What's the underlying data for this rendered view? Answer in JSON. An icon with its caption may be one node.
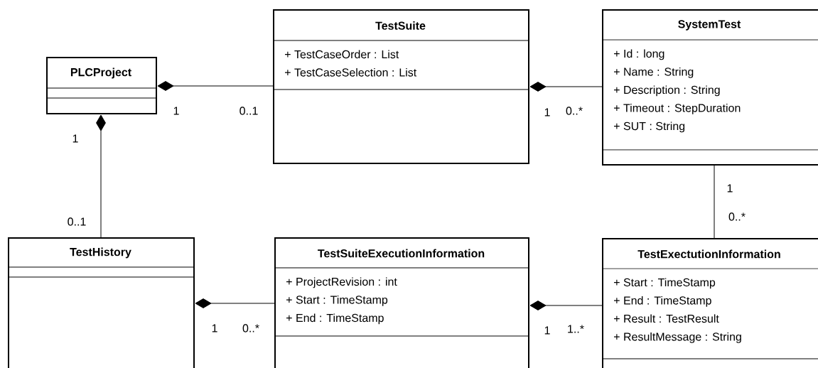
{
  "diagram": {
    "nodes": [
      {
        "text": [
          "PLCProject"
        ]
      },
      {
        "text": [
          "TestSuite",
          "+ TestCaseOrder : List",
          "+ TestCaseSelection : List"
        ]
      },
      {
        "text": [
          "SystemTest",
          "+ Id : long",
          "+ Name : String",
          "+ Description : String",
          "+ Timeout : StepDuration",
          "+ SUT : String"
        ]
      },
      {
        "text": [
          "TestHistory"
        ]
      },
      {
        "text": [
          "TestSuiteExecutionInformation",
          "+ ProjectRevision : int",
          "+ Start : TimeStamp",
          "+ End : TimeStamp"
        ]
      },
      {
        "text": [
          "TestExectutionInformation",
          "+ Start : TimeStamp",
          "+ End : TimeStamp",
          "+ Result : TestResult",
          "+ ResultMessage : String"
        ]
      }
    ],
    "edges": [
      {
        "from": 0,
        "to": 1,
        "arrow": "other"
      },
      {
        "from": 0,
        "to": 3,
        "arrow": "other"
      },
      {
        "from": 1,
        "to": 2,
        "arrow": "other"
      },
      {
        "from": 2,
        "to": 5,
        "arrow": "none"
      },
      {
        "from": 3,
        "to": 4,
        "arrow": "other"
      },
      {
        "from": 4,
        "to": 5,
        "arrow": "other"
      }
    ],
    "labels": [
      "1",
      "0..1",
      "1",
      "0..1",
      "1",
      "0..*",
      "1",
      "0..*",
      "1",
      "0..*",
      "1",
      "1..*"
    ]
  }
}
